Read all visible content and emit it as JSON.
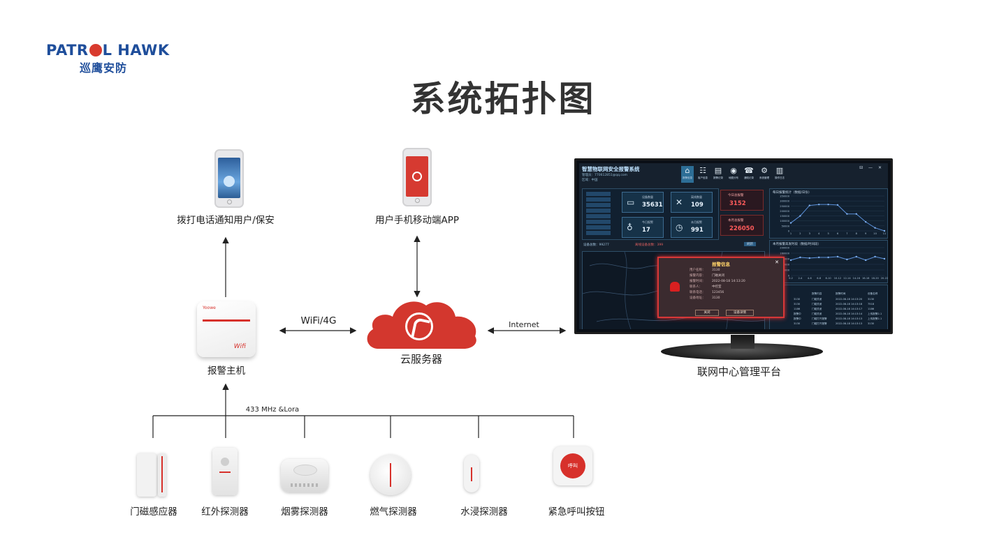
{
  "logo": {
    "en_left": "PATR",
    "en_right": "L HAWK",
    "cn": "巡鹰安防"
  },
  "title": "系统拓扑图",
  "nodes": {
    "call_phone": "拨打电话通知用户/保安",
    "app_phone": "用户手机移动端APP",
    "host": "报警主机",
    "cloud": "云服务器",
    "platform": "联网中心管理平台"
  },
  "links": {
    "wifi": "WiFi/4G",
    "internet": "Internet",
    "radio": "433 MHz &Lora"
  },
  "sensors": [
    {
      "label": "门磁感应器"
    },
    {
      "label": "红外探测器"
    },
    {
      "label": "烟雾探测器"
    },
    {
      "label": "燃气探测器"
    },
    {
      "label": "水浸探测器"
    },
    {
      "label": "紧急呼叫按钮"
    }
  ],
  "device_text": {
    "host_brand": "Yoowe",
    "host_wifi": "Wifi",
    "sos_button": "呼叫"
  },
  "dashboard": {
    "title": "智慧物联网安全报警系统",
    "admin": "管理员：770612851@qq.com",
    "region": "区域：中国",
    "window_controls": "⊟ — ✕",
    "nav": [
      "报警信息",
      "客户信息",
      "报警记录",
      "地图分布",
      "通知记录",
      "系统管理",
      "操作日志"
    ],
    "stats": [
      {
        "label": "设备数量",
        "value": "35631"
      },
      {
        "label": "离线数量",
        "value": "109"
      },
      {
        "label": "今日报警",
        "value": "17"
      },
      {
        "label": "本月报警",
        "value": "991"
      }
    ],
    "alarms": [
      {
        "label": "今日总报警",
        "value": "3152"
      },
      {
        "label": "本月总报警",
        "value": "226050"
      }
    ],
    "chart1_title": "每日报警统计（数据/日份）",
    "chart1_y": [
      "350000",
      "300000",
      "250000",
      "200000",
      "150000",
      "100000",
      "50000",
      "0"
    ],
    "chart1_x": [
      "1",
      "2",
      "3",
      "4",
      "5",
      "6",
      "7",
      "8",
      "9",
      "10",
      "11"
    ],
    "chart2_title": "本月报警高发时段（数据/时间段）",
    "chart2_y": [
      "200000",
      "160000",
      "120000",
      "80000",
      "40000",
      "0"
    ],
    "chart2_x": [
      "0-2",
      "2-4",
      "4-6",
      "6-8",
      "8-10",
      "10-12",
      "12-14",
      "14-16",
      "16-18",
      "18-20",
      "20-22"
    ],
    "map_bar": {
      "online_label": "设备总数：",
      "online_value": "99277",
      "offline_label": "离线设备总数：",
      "offline_value": "399",
      "refresh": "刷新"
    },
    "popup": {
      "title": "报警信息",
      "close": "✕",
      "rows": [
        {
          "k": "用户名称：",
          "v": "3130"
        },
        {
          "k": "报警内容：",
          "v": "门磁关闭"
        },
        {
          "k": "报警时间：",
          "v": "2022-08-18 14:13:20"
        },
        {
          "k": "联系人：",
          "v": "中控室"
        },
        {
          "k": "联系电话：",
          "v": "123456"
        },
        {
          "k": "设备地址：",
          "v": "3130"
        }
      ],
      "btn_close": "关闭",
      "btn_detail": "设备详情"
    },
    "table_title": "报警",
    "table_header": [
      "报警内容",
      "报警时间",
      "设备名称"
    ],
    "table_rows": [
      [
        "3130",
        "门磁关闭",
        "2022-08-18 14:13:20",
        "3130"
      ],
      [
        "3130",
        "门磁关闭",
        "2022-08-18 14:13:18",
        "7518"
      ],
      [
        "1186",
        "门磁关闭",
        "2022-08-18 14:13:17",
        "1186"
      ],
      [
        "报警中",
        "门磁关闭",
        "2022-08-18 14:13:14",
        "上传报警2-1"
      ],
      [
        "报警中",
        "门磁打开报警",
        "2022-08-18 14:13:13",
        "上传报警2-1"
      ],
      [
        "3130",
        "门磁打开报警",
        "2022-08-18 14:13:13",
        "3130"
      ]
    ]
  },
  "chart_data": {
    "type": "line",
    "charts": [
      {
        "title": "每日报警统计（数据/日份）",
        "x": [
          1,
          2,
          3,
          4,
          5,
          6,
          7,
          8,
          9,
          10,
          11
        ],
        "values": [
          80000,
          150000,
          255000,
          265000,
          265000,
          260000,
          170000,
          170000,
          90000,
          30000,
          0
        ],
        "ylim": [
          0,
          350000
        ]
      },
      {
        "title": "本月报警高发时段（数据/时间段）",
        "x": [
          "0-2",
          "2-4",
          "4-6",
          "6-8",
          "8-10",
          "10-12",
          "12-14",
          "14-16",
          "16-18",
          "18-20",
          "20-22"
        ],
        "values": [
          110000,
          130000,
          125000,
          130000,
          130000,
          135000,
          115000,
          135000,
          110000,
          135000,
          120000
        ],
        "ylim": [
          0,
          200000
        ]
      }
    ]
  }
}
